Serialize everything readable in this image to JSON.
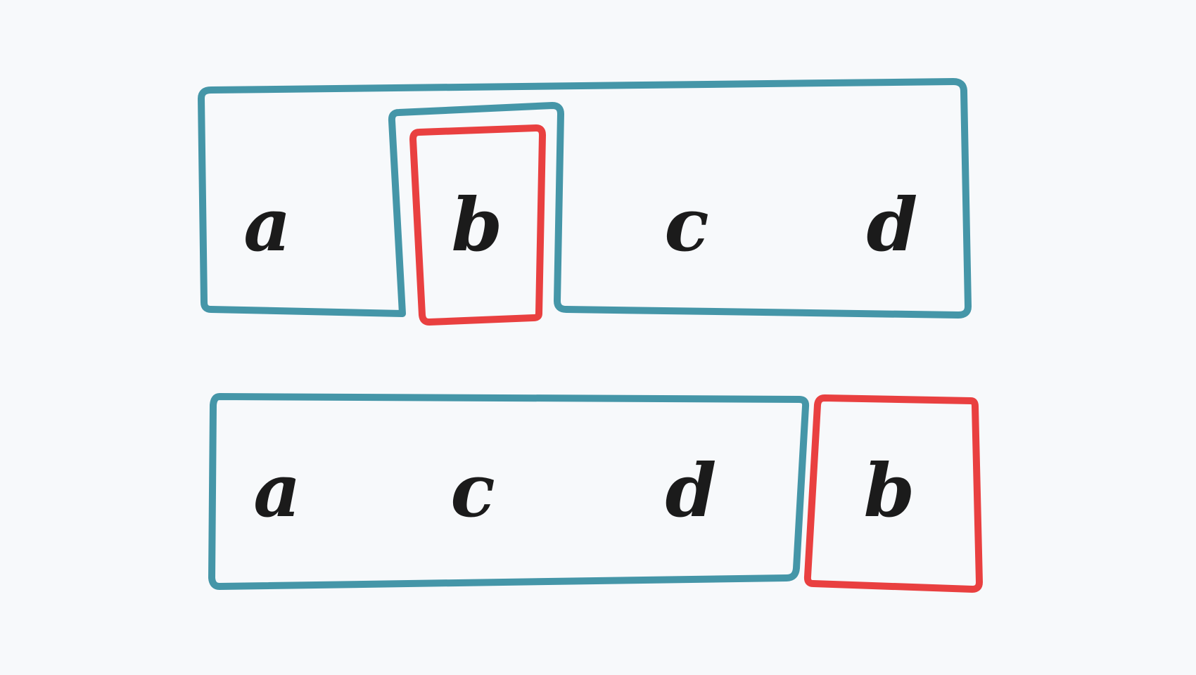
{
  "colors": {
    "background": "#f7f9fb",
    "group": "#4596a8",
    "highlight": "#e94040",
    "text": "#1b1b1b"
  },
  "top_row": {
    "items": [
      "a",
      "b",
      "c",
      "d"
    ],
    "highlighted_item": "b"
  },
  "bottom_row": {
    "group_items": [
      "a",
      "c",
      "d"
    ],
    "moved_item": "b"
  }
}
